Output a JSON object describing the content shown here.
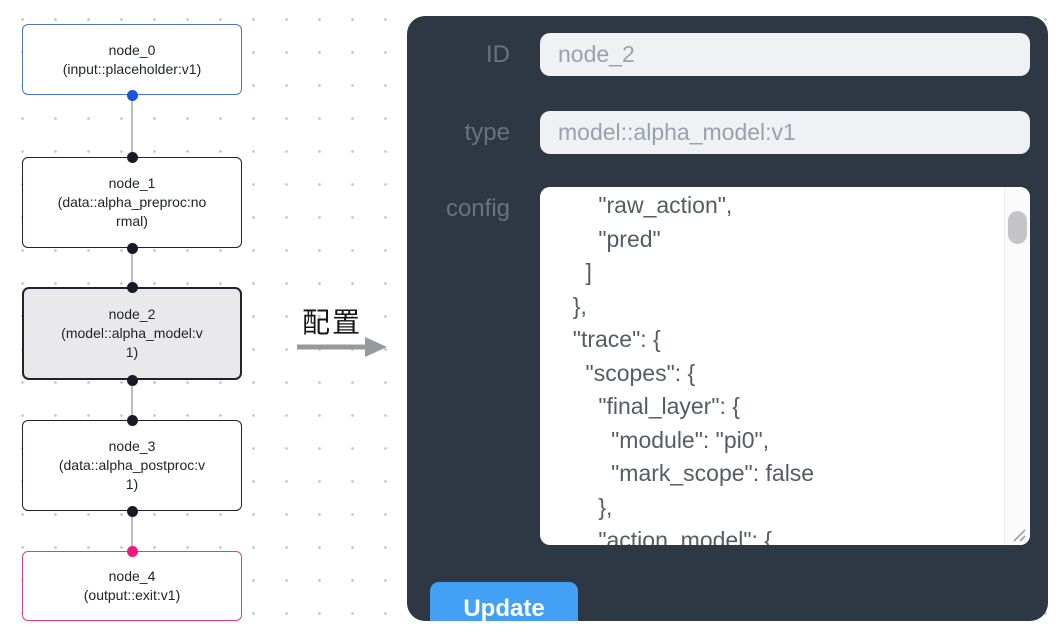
{
  "flow": {
    "nodes": [
      {
        "title": "node_0",
        "subtitle": "(input::placeholder:v1)",
        "kind": "input"
      },
      {
        "title": "node_1",
        "subtitle": "(data::alpha_preproc:normal)",
        "kind": "data"
      },
      {
        "title": "node_2",
        "subtitle": "(model::alpha_model:v1)",
        "kind": "model",
        "selected": true
      },
      {
        "title": "node_3",
        "subtitle": "(data::alpha_postproc:v1)",
        "kind": "data"
      },
      {
        "title": "node_4",
        "subtitle": "(output::exit:v1)",
        "kind": "output"
      }
    ]
  },
  "transition": {
    "label": "配置"
  },
  "panel": {
    "id_field": {
      "label": "ID",
      "value": "node_2"
    },
    "type_field": {
      "label": "type",
      "value": "model::alpha_model:v1"
    },
    "config_field": {
      "label": "config",
      "text": "      \"raw_action\",\n      \"pred\"\n    ]\n  },\n  \"trace\": {\n    \"scopes\": {\n      \"final_layer\": {\n        \"module\": \"pi0\",\n        \"mark_scope\": false\n      },\n      \"action_model\": {"
    },
    "update_button": "Update"
  },
  "colors": {
    "panel_bg": "#2e3744",
    "button_blue": "#42a0f5",
    "input_node_border": "#4a73c9",
    "output_node_border": "#e63b80",
    "port_blue": "#1a53d8",
    "port_pink": "#f0197b",
    "port_black": "#181a28",
    "selected_node_bg": "#e9e9eb",
    "input_bg": "#eff1f4"
  }
}
